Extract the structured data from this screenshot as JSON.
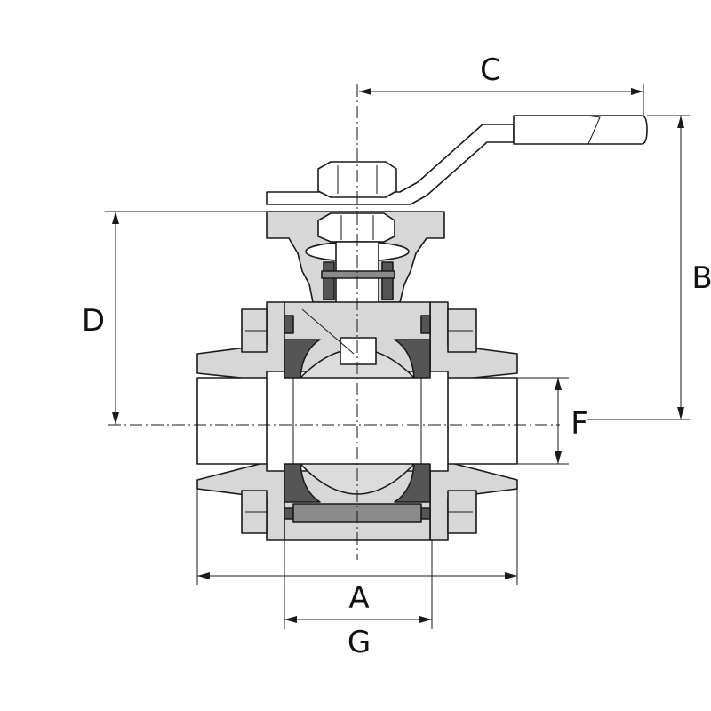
{
  "dimensions": {
    "a": "A",
    "b": "B",
    "c": "C",
    "d": "D",
    "f": "F",
    "g": "G"
  },
  "colors": {
    "line": "#1a1a1a",
    "body": "#d7d7d7",
    "seal": "#555555",
    "ring": "#8a8a8a"
  }
}
